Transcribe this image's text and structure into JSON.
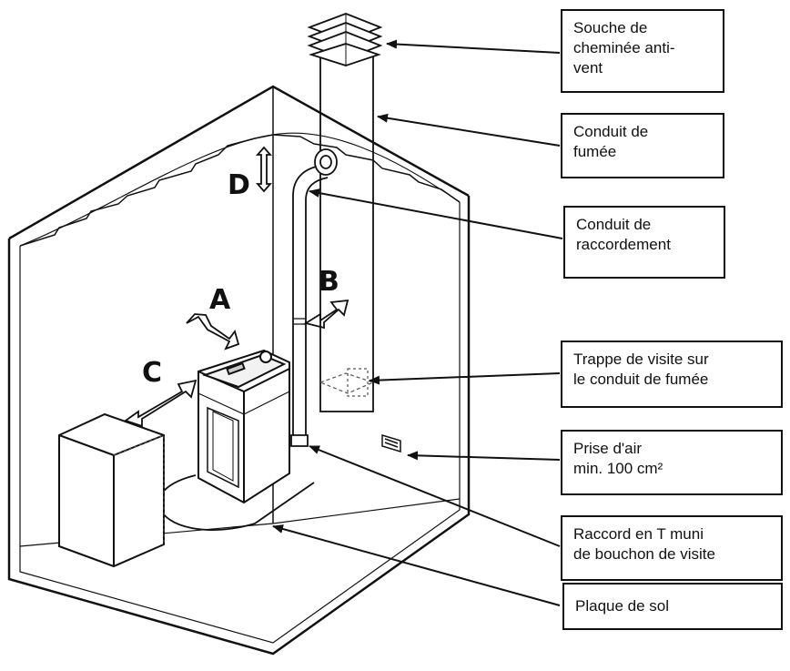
{
  "callouts": {
    "souche": "Souche de\ncheminée anti-\nvent",
    "conduit_fumee": "Conduit de\nfumée",
    "conduit_raccordement": "Conduit de\nraccordement",
    "trappe": "Trappe de visite sur\nle conduit de fumée",
    "prise_air": "Prise d'air\nmin. 100 cm²",
    "raccord_t": "Raccord en T muni\nde bouchon de visite",
    "plaque": "Plaque de sol"
  },
  "letters": {
    "a": "A",
    "b": "B",
    "c": "C",
    "d": "D"
  },
  "colors": {
    "line": "#111111",
    "fill_light": "#f2f2f2",
    "hidden": "#555555"
  }
}
